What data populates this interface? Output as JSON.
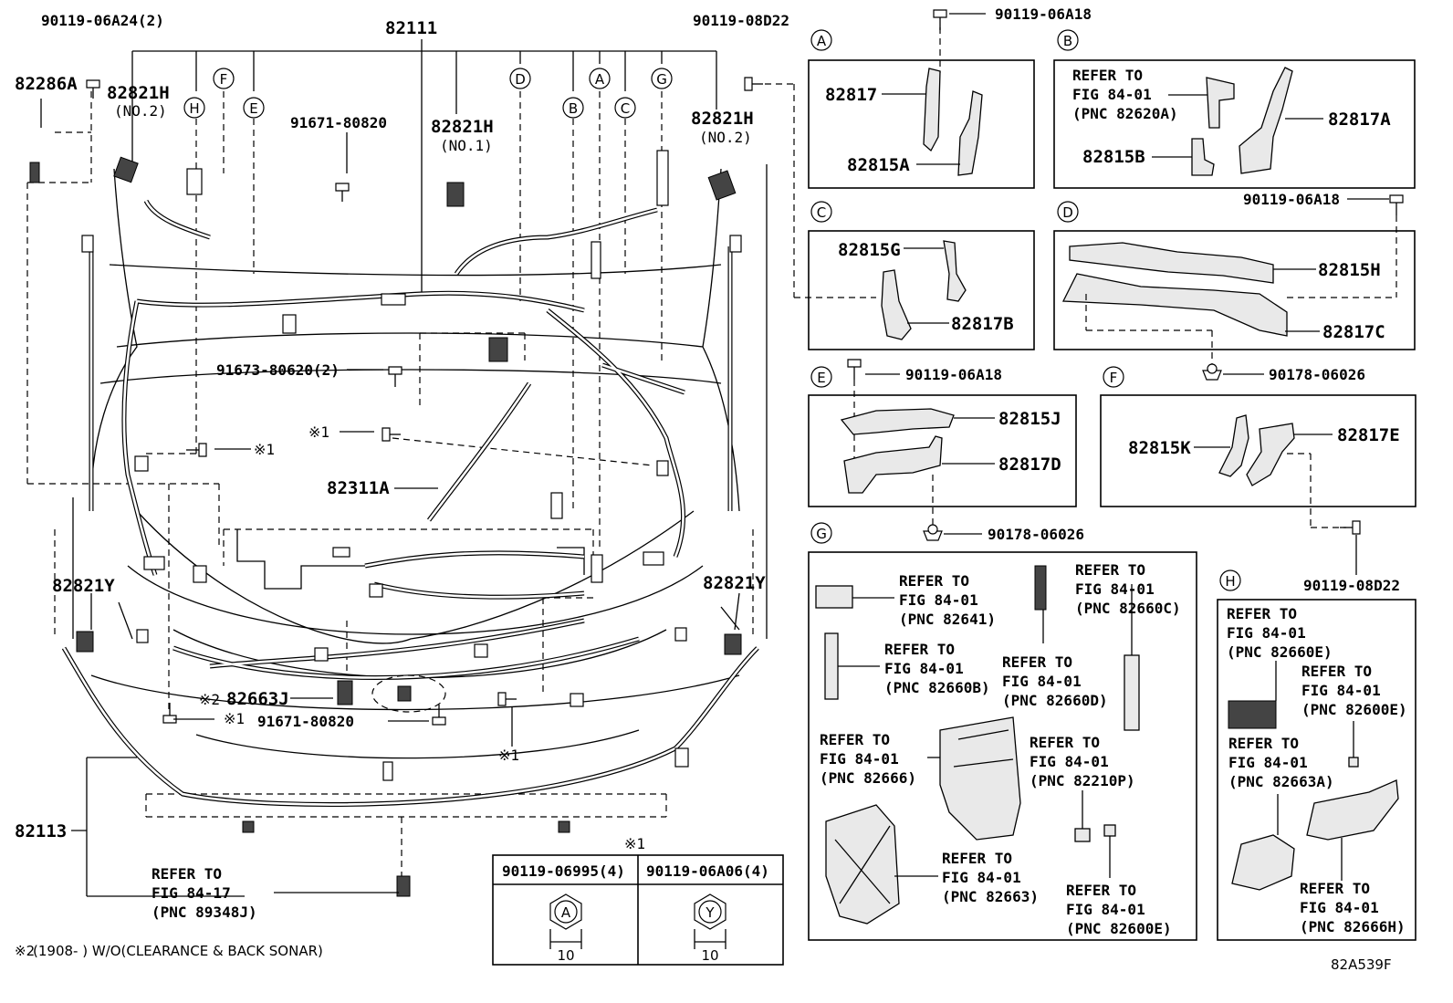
{
  "drawing_id": "82A539F",
  "main": {
    "labels": {
      "p82111": "82111",
      "p90119_06A24": "90119-06A24(2)",
      "p82286A": "82286A",
      "p82821H_left": "82821H",
      "no2_left": "(NO.2)",
      "p90119_08D22_top": "90119-08D22",
      "p82821H_right": "82821H",
      "no2_right": "(NO.2)",
      "p91671_top": "91671-80820",
      "p82821H_center": "82821H",
      "no1": "(NO.1)",
      "p91673": "91673-80620(2)",
      "kome1_a": "※1",
      "kome1_b": "※1",
      "kome1_c": "※1",
      "kome1_d": "※1",
      "p82311A": "82311A",
      "p82821Y_left": "82821Y",
      "p82821Y_right": "82821Y",
      "kome2": "※2",
      "p82663J": "82663J",
      "p91671_bottom": "91671-80820",
      "p82113": "82113",
      "refer_main_1": "REFER TO",
      "refer_main_2": "FIG 84-17",
      "refer_main_3": "(PNC 89348J)"
    },
    "callouts": [
      "H",
      "F",
      "E",
      "D",
      "B",
      "A",
      "C",
      "G"
    ]
  },
  "panels": {
    "A": {
      "letter": "A",
      "bolt": "90119-06A18",
      "p1": "82817",
      "p2": "82815A"
    },
    "B": {
      "letter": "B",
      "ref1": "REFER TO",
      "ref2": "FIG 84-01",
      "ref3": "(PNC 82620A)",
      "p1": "82817A",
      "p2": "82815B"
    },
    "C": {
      "letter": "C",
      "p1": "82815G",
      "p2": "82817B"
    },
    "D": {
      "letter": "D",
      "bolt": "90119-06A18",
      "p1": "82815H",
      "p2": "82817C",
      "clip": "90178-06026"
    },
    "E": {
      "letter": "E",
      "bolt": "90119-06A18",
      "p1": "82815J",
      "p2": "82817D",
      "clip": "90178-06026"
    },
    "F": {
      "letter": "F",
      "p1": "82815K",
      "p2": "82817E",
      "bolt": "90119-08D22"
    },
    "G": {
      "letter": "G",
      "refs": [
        {
          "l1": "REFER TO",
          "l2": "FIG 84-01",
          "l3": "(PNC 82641)"
        },
        {
          "l1": "REFER TO",
          "l2": "FIG 84-01",
          "l3": "(PNC 82660C)"
        },
        {
          "l1": "REFER TO",
          "l2": "FIG 84-01",
          "l3": "(PNC 82660B)"
        },
        {
          "l1": "REFER TO",
          "l2": "FIG 84-01",
          "l3": "(PNC 82660D)"
        },
        {
          "l1": "REFER TO",
          "l2": "FIG 84-01",
          "l3": "(PNC 82666)"
        },
        {
          "l1": "REFER TO",
          "l2": "FIG 84-01",
          "l3": "(PNC 82210P)"
        },
        {
          "l1": "REFER TO",
          "l2": "FIG 84-01",
          "l3": "(PNC 82663)"
        },
        {
          "l1": "REFER TO",
          "l2": "FIG 84-01",
          "l3": "(PNC 82600E)"
        }
      ]
    },
    "H": {
      "letter": "H",
      "refs": [
        {
          "l1": "REFER TO",
          "l2": "FIG 84-01",
          "l3": "(PNC 82660E)"
        },
        {
          "l1": "REFER TO",
          "l2": "FIG 84-01",
          "l3": "(PNC 82600E)"
        },
        {
          "l1": "REFER TO",
          "l2": "FIG 84-01",
          "l3": "(PNC 82663A)"
        },
        {
          "l1": "REFER TO",
          "l2": "FIG 84-01",
          "l3": "(PNC 82666H)"
        }
      ]
    }
  },
  "bolt_table": {
    "mark": "※1",
    "col1_part": "90119-06995(4)",
    "col1_symbol": "A",
    "col1_size": "10",
    "col2_part": "90119-06A06(4)",
    "col2_symbol": "Y",
    "col2_size": "10"
  },
  "footnote": {
    "mark": "※2",
    "text": "(1908-      ) W/O(CLEARANCE & BACK SONAR)"
  }
}
